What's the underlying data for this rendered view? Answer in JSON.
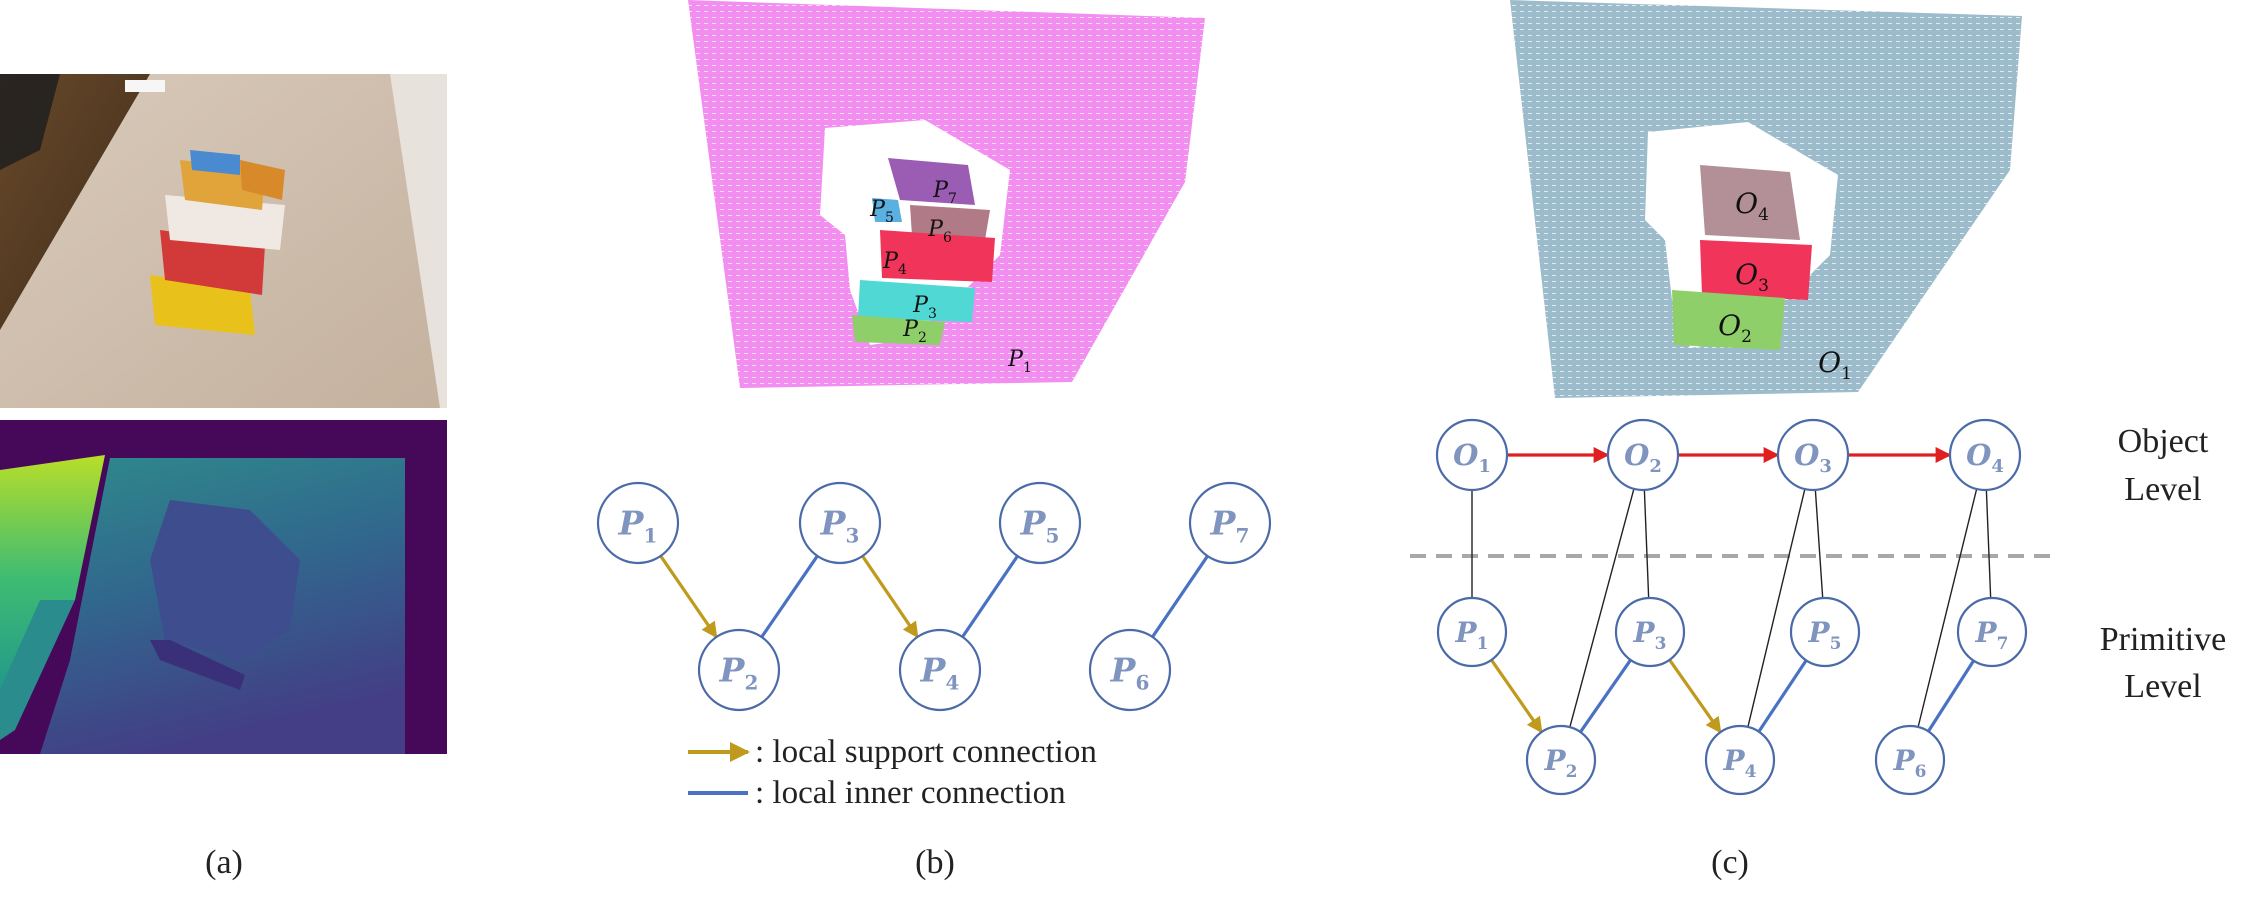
{
  "panels": {
    "a": {
      "caption": "(a)"
    },
    "b": {
      "caption": "(b)"
    },
    "c": {
      "caption": "(c)"
    }
  },
  "segments_b": [
    {
      "letter": "P",
      "sub": "7"
    },
    {
      "letter": "P",
      "sub": "5"
    },
    {
      "letter": "P",
      "sub": "6"
    },
    {
      "letter": "P",
      "sub": "4"
    },
    {
      "letter": "P",
      "sub": "3"
    },
    {
      "letter": "P",
      "sub": "2"
    },
    {
      "letter": "P",
      "sub": "1"
    }
  ],
  "segments_c": [
    {
      "letter": "O",
      "sub": "4"
    },
    {
      "letter": "O",
      "sub": "3"
    },
    {
      "letter": "O",
      "sub": "2"
    },
    {
      "letter": "O",
      "sub": "1"
    }
  ],
  "graph_b": {
    "nodes": [
      {
        "letter": "P",
        "sub": "1"
      },
      {
        "letter": "P",
        "sub": "2"
      },
      {
        "letter": "P",
        "sub": "3"
      },
      {
        "letter": "P",
        "sub": "4"
      },
      {
        "letter": "P",
        "sub": "5"
      },
      {
        "letter": "P",
        "sub": "6"
      },
      {
        "letter": "P",
        "sub": "7"
      }
    ]
  },
  "legend": {
    "support": ": local support connection",
    "inner": ": local inner connection"
  },
  "graph_c": {
    "object_nodes": [
      {
        "letter": "O",
        "sub": "1"
      },
      {
        "letter": "O",
        "sub": "2"
      },
      {
        "letter": "O",
        "sub": "3"
      },
      {
        "letter": "O",
        "sub": "4"
      }
    ],
    "primitive_nodes": [
      {
        "letter": "P",
        "sub": "1"
      },
      {
        "letter": "P",
        "sub": "2"
      },
      {
        "letter": "P",
        "sub": "3"
      },
      {
        "letter": "P",
        "sub": "4"
      },
      {
        "letter": "P",
        "sub": "5"
      },
      {
        "letter": "P",
        "sub": "6"
      },
      {
        "letter": "P",
        "sub": "7"
      }
    ],
    "object_level_label": [
      "Object",
      "Level"
    ],
    "primitive_level_label": [
      "Primitive",
      "Level"
    ]
  },
  "colors": {
    "support_edge": "#c09a1c",
    "inner_edge": "#4a72c4",
    "object_edge": "#e02020",
    "node_stroke": "#4a6aa8",
    "node_text": "#8094c0",
    "pink_cloud": "#f28ef0",
    "blue_cloud": "#9dbccb"
  }
}
